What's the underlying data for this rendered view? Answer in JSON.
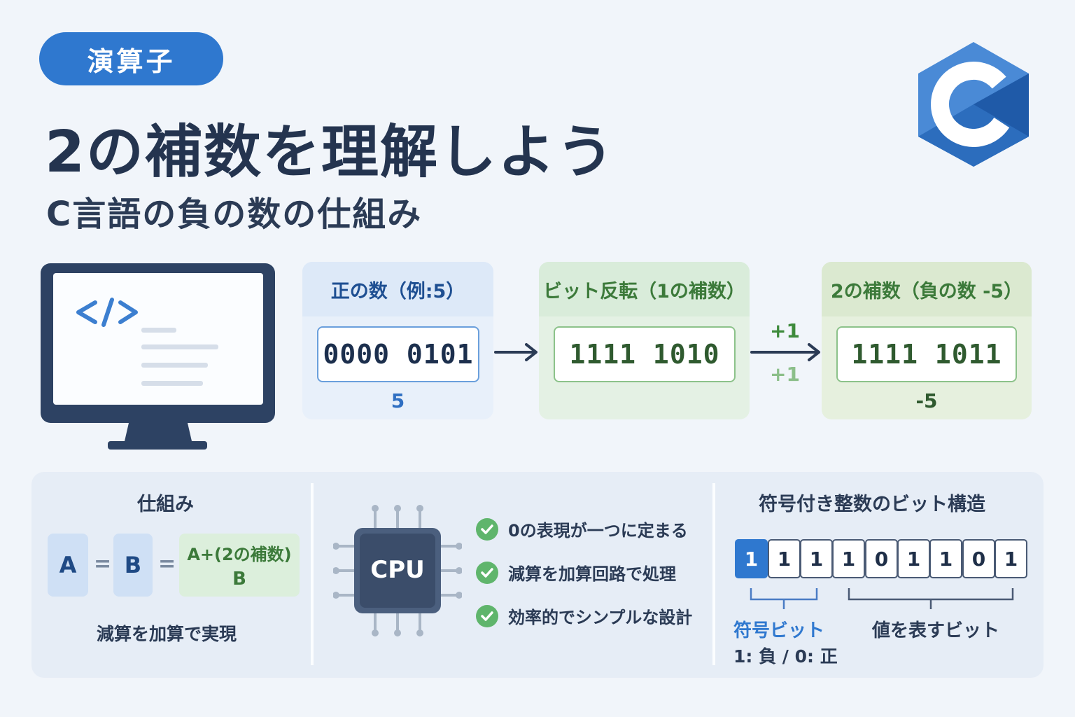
{
  "header": {
    "tag": "演算子",
    "title": "2の補数を理解しよう",
    "subtitle": "C言語の負の数の仕組み",
    "logo_icon": "c-language-logo-icon"
  },
  "colors": {
    "primary_blue": "#2f78cf",
    "dark_navy": "#24344f",
    "green": "#3c7a3a",
    "panel_bg": "#e6edf6"
  },
  "steps": [
    {
      "title": "正の数（例:5）",
      "bits": "0000 0101",
      "caption": "5"
    },
    {
      "title": "ビット反転（1の補数）",
      "bits": "1111 1010",
      "caption": ""
    },
    {
      "title": "2の補数（負の数 -5）",
      "bits": "1111 1011",
      "caption": "-5"
    }
  ],
  "step_labels": {
    "plus_one_top": "+1",
    "plus_one_bottom": "+1"
  },
  "mechanism": {
    "title": "仕組み",
    "a": "A",
    "eq1": "=",
    "b": "B",
    "eq2": "=",
    "formula_line1": "A+(2の補数)",
    "formula_line2": "B",
    "caption": "減算を加算で実現"
  },
  "cpu": {
    "label": "CPU",
    "benefits": [
      "0の表現が一つに定まる",
      "減算を加算回路で処理",
      "効率的でシンプルな設計"
    ]
  },
  "bit_structure": {
    "title": "符号付き整数のビット構造",
    "bits": [
      "1",
      "1",
      "1",
      "1",
      "0",
      "1",
      "1",
      "0",
      "1"
    ],
    "sign_label": "符号ビット",
    "sign_note": "1: 負 / 0: 正",
    "value_label": "値を表すビット"
  }
}
